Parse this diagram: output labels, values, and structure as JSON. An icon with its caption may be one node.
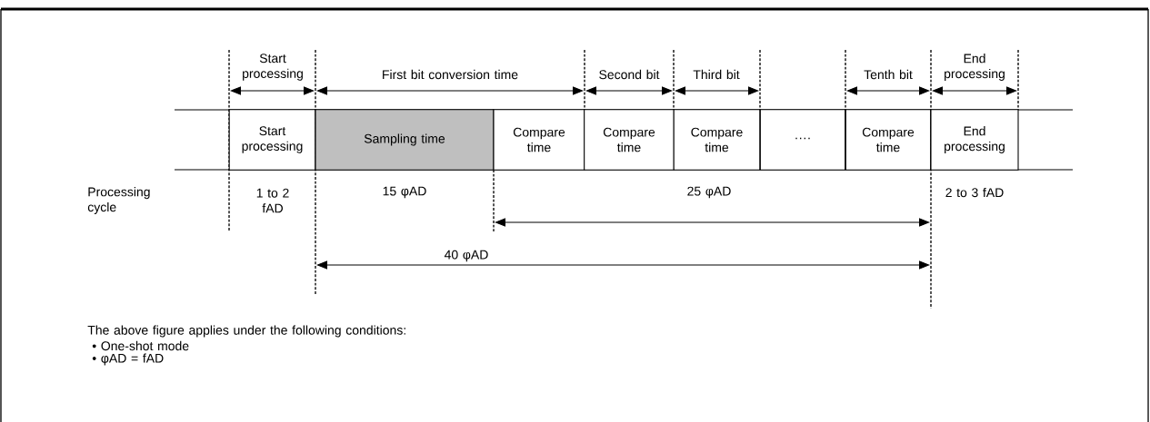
{
  "diagram": {
    "nodes": [
      {
        "text": [
          "Start processing"
        ]
      },
      {
        "text": [
          "Sampling time"
        ]
      },
      {
        "text": [
          "Compare time"
        ]
      },
      {
        "text": [
          "Compare time"
        ]
      },
      {
        "text": [
          "Compare time"
        ]
      },
      {
        "text": [
          "····"
        ]
      },
      {
        "text": [
          "Compare time"
        ]
      },
      {
        "text": [
          "End processing"
        ]
      }
    ],
    "labels": [
      "Start processing",
      "First bit conversion time",
      "Second bit",
      "Third bit",
      "Tenth bit",
      "End processing",
      "Processing cycle",
      "1 to 2 fAD",
      "15 φAD",
      "25 φAD",
      "2 to 3 fAD",
      "40 φAD",
      "The above figure applies under the following conditions:",
      "• One-shot mode",
      "• φAD = fAD"
    ]
  }
}
